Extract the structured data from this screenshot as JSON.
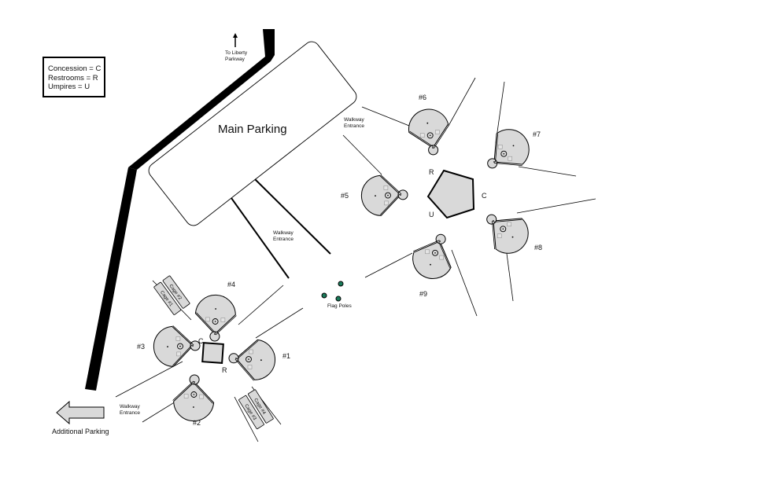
{
  "legend": {
    "items": [
      "Concession = C",
      "Restrooms = R",
      "Umpires = U"
    ]
  },
  "labels": {
    "main_parking": "Main Parking",
    "to_liberty_line1": "To Liberty",
    "to_liberty_line2": "Parkway",
    "additional_parking": "Additional Parking",
    "flag_poles": "Flag Poles",
    "walkway_line1": "Walkway",
    "walkway_line2": "Entrance"
  },
  "fields": [
    {
      "id": "field-1",
      "label": "#1"
    },
    {
      "id": "field-2",
      "label": "#2"
    },
    {
      "id": "field-3",
      "label": "#3"
    },
    {
      "id": "field-4",
      "label": "#4"
    },
    {
      "id": "field-5",
      "label": "#5"
    },
    {
      "id": "field-6",
      "label": "#6"
    },
    {
      "id": "field-7",
      "label": "#7"
    },
    {
      "id": "field-8",
      "label": "#8"
    },
    {
      "id": "field-9",
      "label": "#9"
    }
  ],
  "cages": [
    "Cage #1",
    "Cage #2",
    "Cage #3",
    "Cage #4"
  ],
  "west_complex": {
    "concession": "C",
    "restrooms": "R"
  },
  "east_complex": {
    "restrooms": "R",
    "concession": "C",
    "umpires": "U"
  },
  "colors": {
    "field_fill": "#d9d9d9",
    "road": "#000000",
    "flag_pole": "#1a7a5a"
  }
}
